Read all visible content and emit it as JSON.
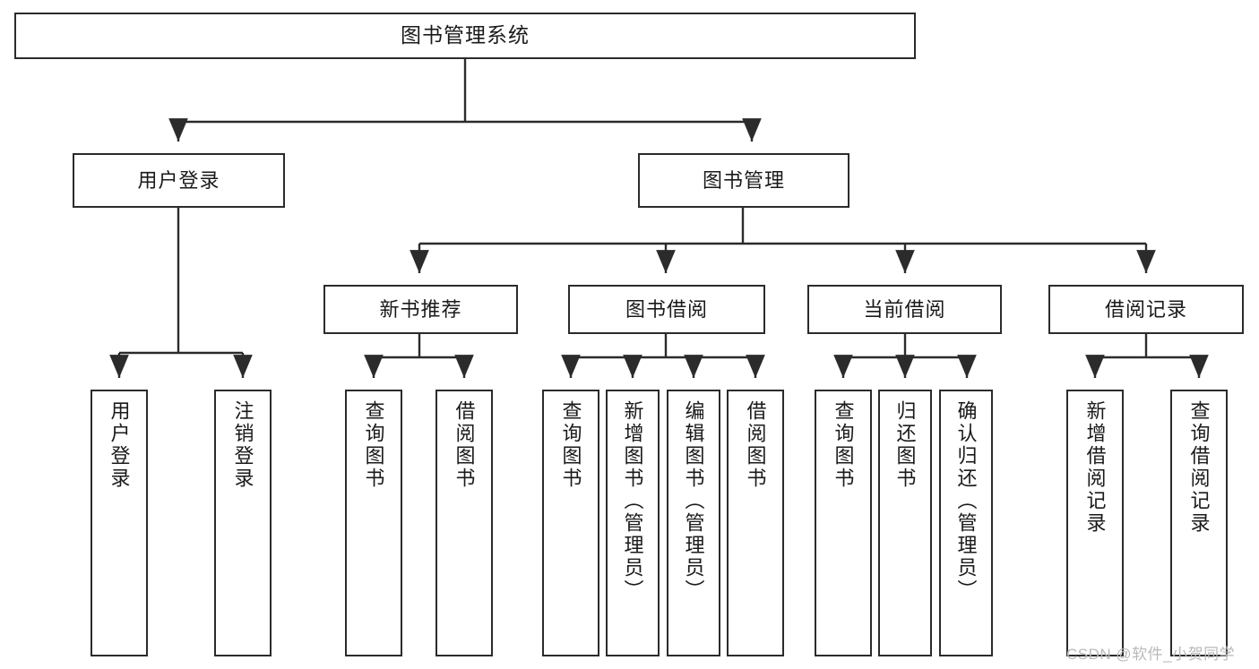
{
  "diagram": {
    "title": "图书管理系统",
    "type": "tree-hierarchy-chart",
    "stroke_color": "#2b2b2b",
    "fill_color": "#ffffff",
    "background": "#ffffff",
    "watermark": "CSDN @软件_小贺同学",
    "nodes": {
      "root": {
        "label": "图书管理系统"
      },
      "level2": [
        {
          "id": "user-login",
          "label": "用户登录"
        },
        {
          "id": "book-manage",
          "label": "图书管理"
        }
      ],
      "level3": [
        {
          "id": "new-book-recommend",
          "label": "新书推荐"
        },
        {
          "id": "book-borrow",
          "label": "图书借阅"
        },
        {
          "id": "current-borrow",
          "label": "当前借阅"
        },
        {
          "id": "borrow-record",
          "label": "借阅记录"
        }
      ],
      "leaves": [
        {
          "id": "leaf-user-login",
          "label": "用户登录",
          "parent": "user-login"
        },
        {
          "id": "leaf-logout-login",
          "label": "注销登录",
          "parent": "user-login"
        },
        {
          "id": "leaf-query-book-1",
          "label": "查询图书",
          "parent": "new-book-recommend"
        },
        {
          "id": "leaf-borrow-book-1",
          "label": "借阅图书",
          "parent": "new-book-recommend"
        },
        {
          "id": "leaf-query-book-2",
          "label": "查询图书",
          "parent": "book-borrow"
        },
        {
          "id": "leaf-add-book",
          "label": "新增图书（管理员）",
          "parent": "book-borrow"
        },
        {
          "id": "leaf-edit-book",
          "label": "编辑图书（管理员）",
          "parent": "book-borrow"
        },
        {
          "id": "leaf-borrow-book-2",
          "label": "借阅图书",
          "parent": "book-borrow"
        },
        {
          "id": "leaf-query-book-3",
          "label": "查询图书",
          "parent": "current-borrow"
        },
        {
          "id": "leaf-return-book",
          "label": "归还图书",
          "parent": "current-borrow"
        },
        {
          "id": "leaf-confirm-return",
          "label": "确认归还（管理员）",
          "parent": "current-borrow"
        },
        {
          "id": "leaf-add-record",
          "label": "新增借阅记录",
          "parent": "borrow-record"
        },
        {
          "id": "leaf-query-record",
          "label": "查询借阅记录",
          "parent": "borrow-record"
        }
      ]
    }
  }
}
